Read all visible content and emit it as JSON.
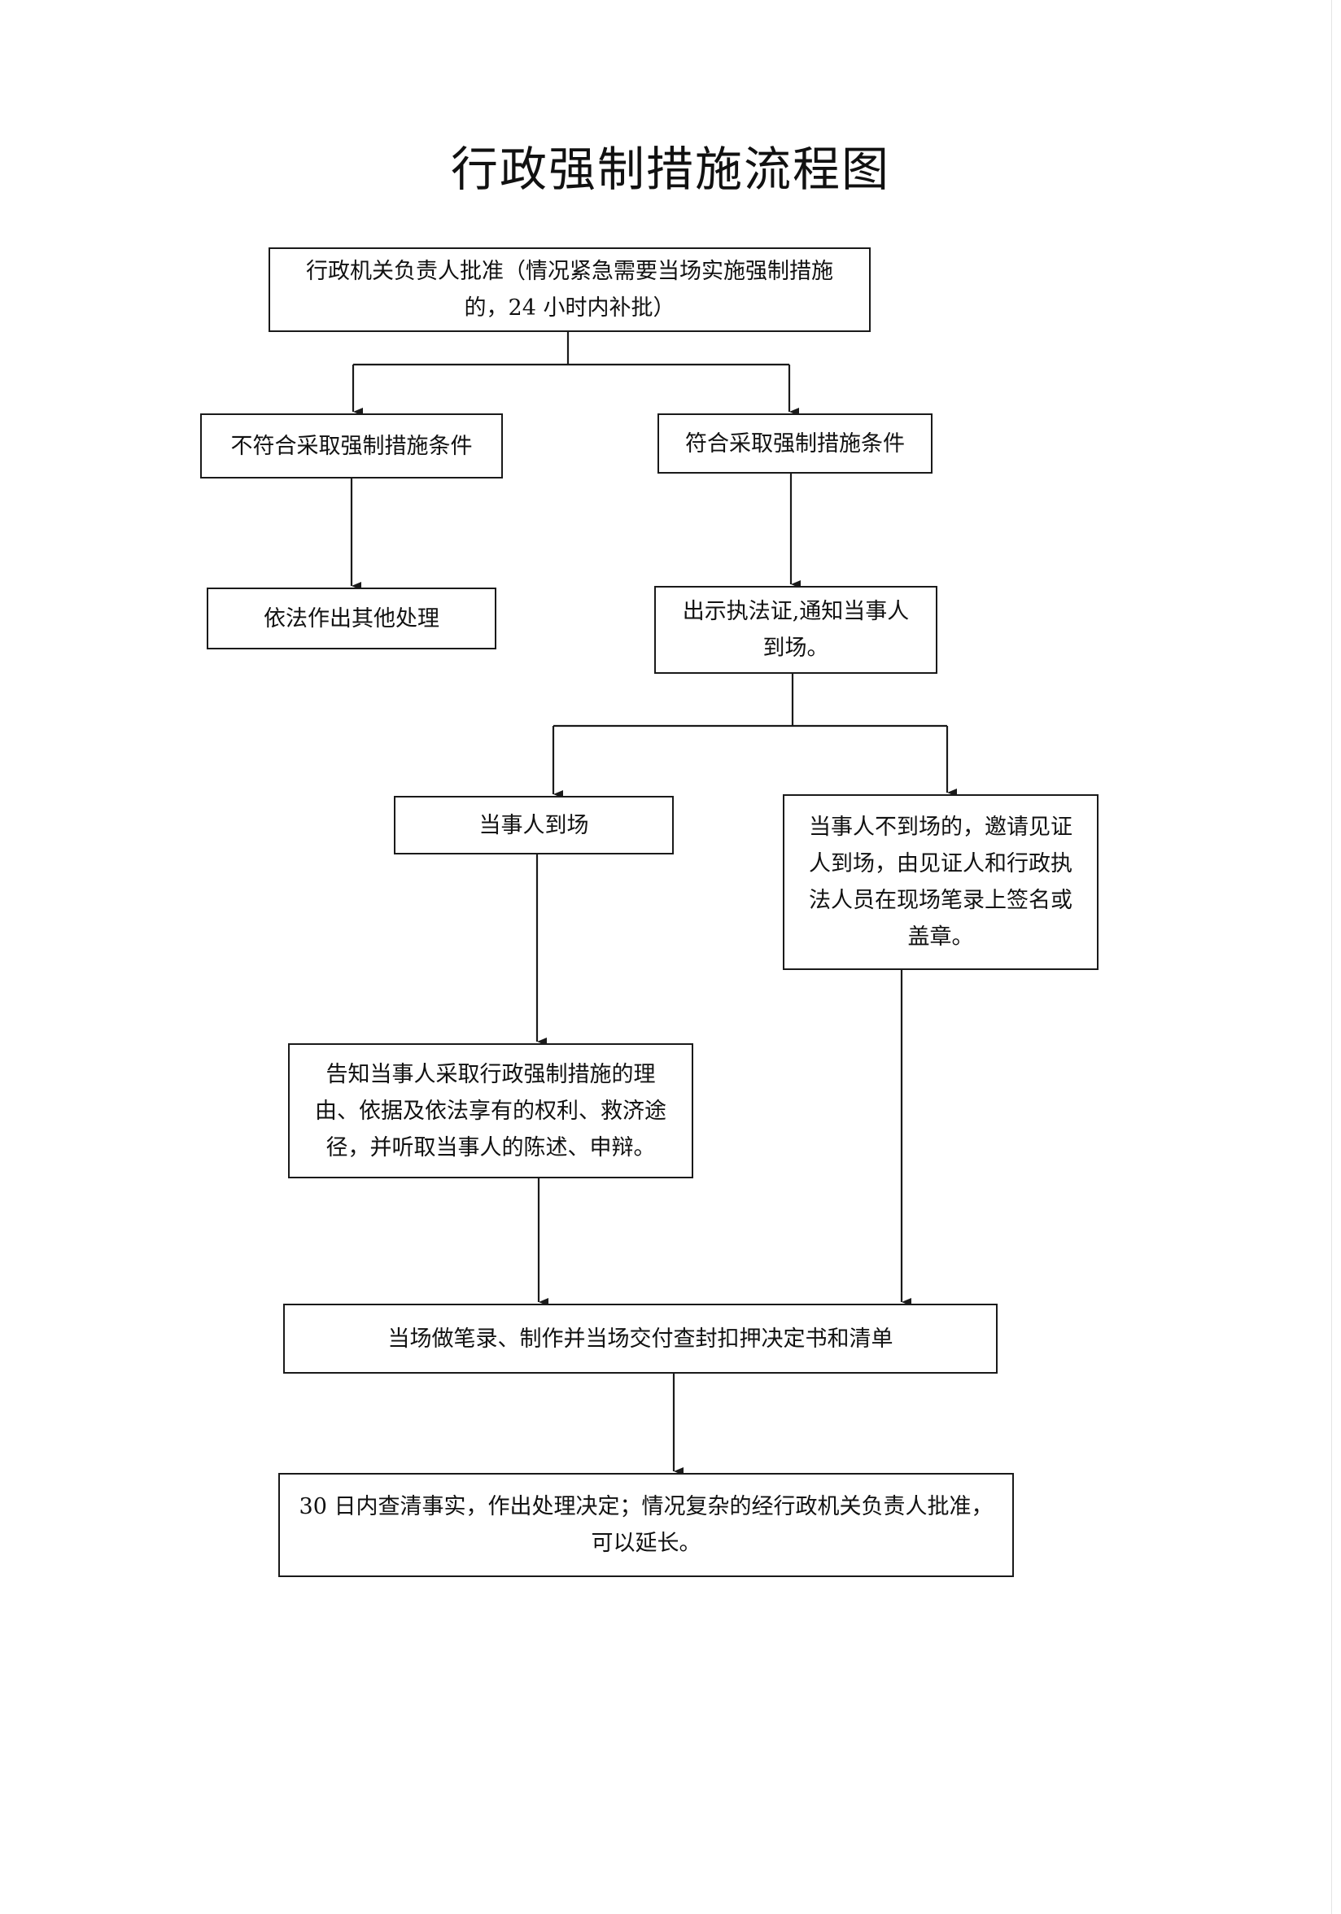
{
  "title": "行政强制措施流程图",
  "nodes": {
    "approval": "行政机关负责人批准（情况紧急需要当场实施强制措施的，24 小时内补批）",
    "not_qualified": "不符合采取强制措施条件",
    "qualified": "符合采取强制措施条件",
    "other_handling": "依法作出其他处理",
    "show_certificate": "出示执法证,通知当事人到场。",
    "party_present": "当事人到场",
    "party_absent": "当事人不到场的，邀请见证人到场，由见证人和行政执法人员在现场笔录上签名或盖章。",
    "inform_party": "告知当事人采取行政强制措施的理由、依据及依法享有的权利、救济途径，并听取当事人的陈述、申辩。",
    "make_record": "当场做笔录、制作并当场交付查封扣押决定书和清单",
    "decision": "30 日内查清事实，作出处理决定；情况复杂的经行政机关负责人批准，可以延长。"
  },
  "colors": {
    "line": "#1a1a1a",
    "background": "#ffffff"
  }
}
